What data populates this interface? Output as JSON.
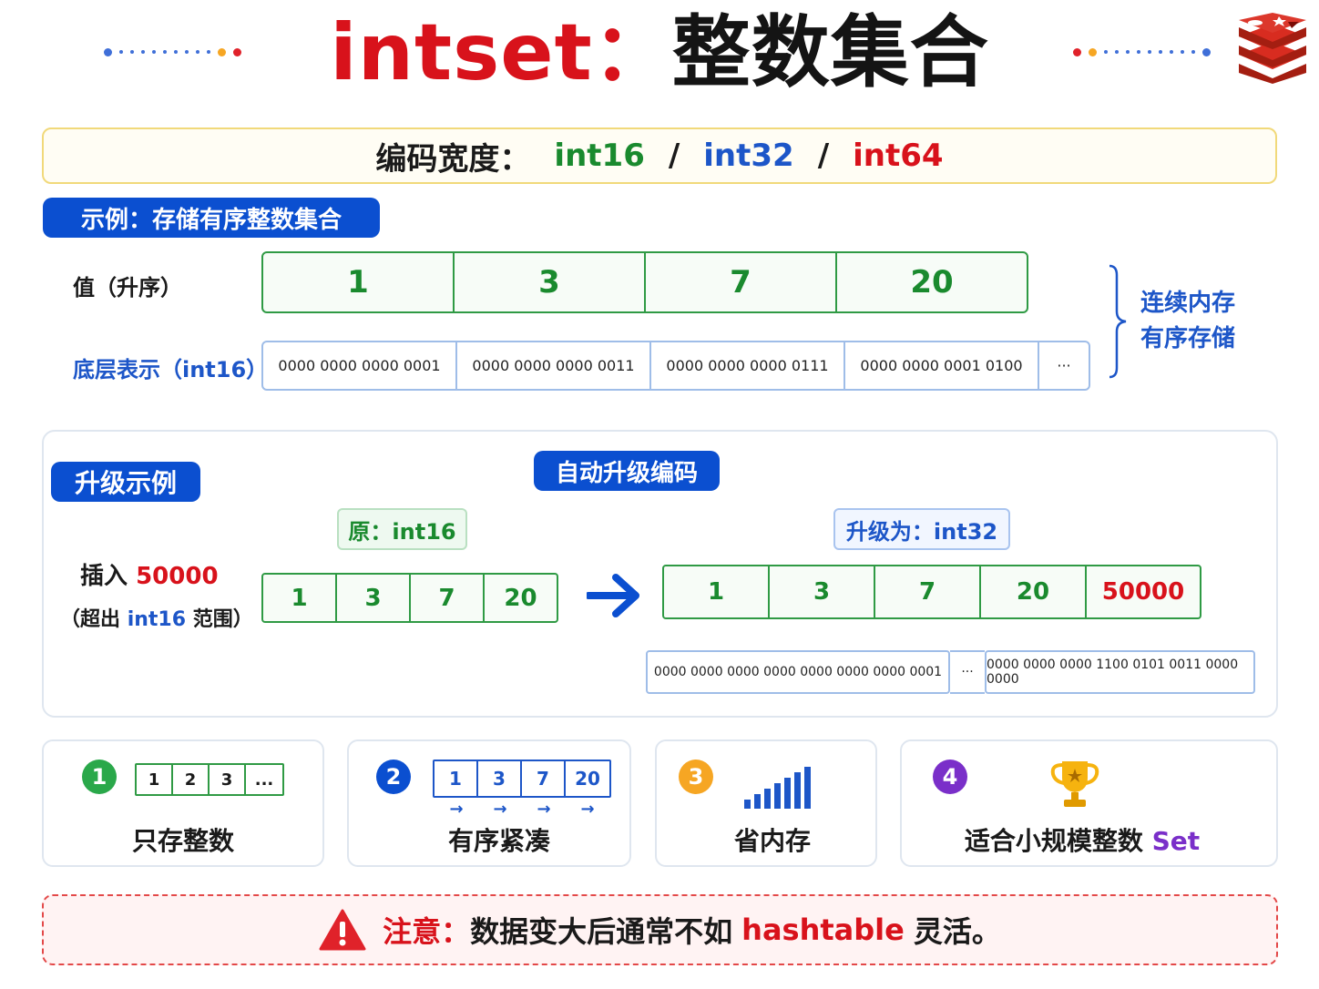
{
  "title": {
    "en": "intset",
    "colon": "：",
    "zh": "整数集合"
  },
  "encoding": {
    "label": "编码宽度：",
    "w16": "int16",
    "sep": "/",
    "w32": "int32",
    "w64": "int64"
  },
  "example": {
    "pill": "示例：存储有序整数集合",
    "values_label": "值（升序）",
    "values": [
      "1",
      "3",
      "7",
      "20"
    ],
    "binary_label": "底层表示（int16）",
    "binary": [
      "0000 0000 0000 0001",
      "0000 0000 0000 0011",
      "0000 0000 0000 0111",
      "0000 0000 0001 0100"
    ],
    "more": "···",
    "note_line1": "连续内存",
    "note_line2": "有序存储"
  },
  "upgrade": {
    "pill": "升级示例",
    "auto_pill": "自动升级编码",
    "insert_prefix": "插入",
    "insert_value": "50000",
    "range_open": "（超出",
    "range_type": "int16",
    "range_close": "范围）",
    "orig_tag": "原：int16",
    "orig_values": [
      "1",
      "3",
      "7",
      "20"
    ],
    "arrow": "→",
    "new_tag": "升级为：int32",
    "new_values": [
      "1",
      "3",
      "7",
      "20",
      "50000"
    ],
    "bin_first": "0000 0000 0000 0000 0000 0000 0000 0001",
    "bin_more": "···",
    "bin_last": "0000 0000 0000 1100 0101 0011 0000 0000"
  },
  "features": [
    {
      "num": "1",
      "caption": "只存整数",
      "mini": [
        "1",
        "2",
        "3",
        "..."
      ]
    },
    {
      "num": "2",
      "caption": "有序紧凑",
      "mini": [
        "1",
        "3",
        "7",
        "20"
      ],
      "arrows": [
        "→",
        "→",
        "→",
        "→"
      ]
    },
    {
      "num": "3",
      "caption": "省内存"
    },
    {
      "num": "4",
      "caption_prefix": "适合小规模整数",
      "caption_set": "Set"
    }
  ],
  "warning": {
    "label": "注意：",
    "text1": "数据变大后通常不如",
    "keyword": "hashtable",
    "text2": "灵活。"
  },
  "colors": {
    "primary_blue": "#0b4fd0",
    "green": "#1a8a2e",
    "red": "#d8121b",
    "purple": "#7a2fc9",
    "orange": "#f6a623"
  }
}
